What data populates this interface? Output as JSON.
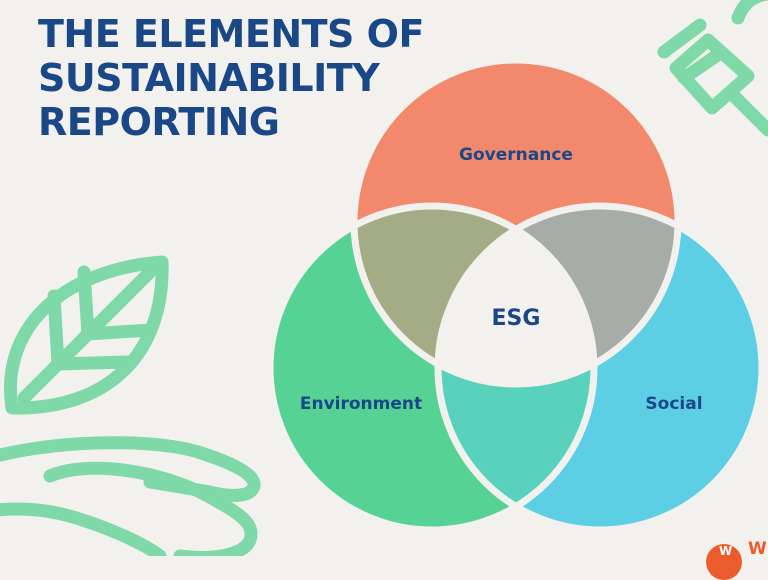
{
  "title": {
    "lines": [
      "THE ELEMENTS OF",
      "SUSTAINABILITY",
      "REPORTING"
    ]
  },
  "venn": {
    "top": {
      "label": "Governance",
      "color": "#f2896d"
    },
    "left": {
      "label": "Environment",
      "color": "#57d295"
    },
    "right": {
      "label": "Social",
      "color": "#5dcfe5"
    },
    "center": {
      "label": "ESG"
    },
    "overlap_colors": {
      "top_left": "#a3ac84",
      "top_right": "#a6aca7",
      "left_right": "#58d1bd",
      "center": "#f3f1ee"
    }
  },
  "decor_color": "#7fd8a8",
  "logo": {
    "letter": "W",
    "trail": "W",
    "color": "#ec5b2b"
  },
  "icons": [
    "plug-icon",
    "leaf-icon",
    "hand-icon"
  ]
}
